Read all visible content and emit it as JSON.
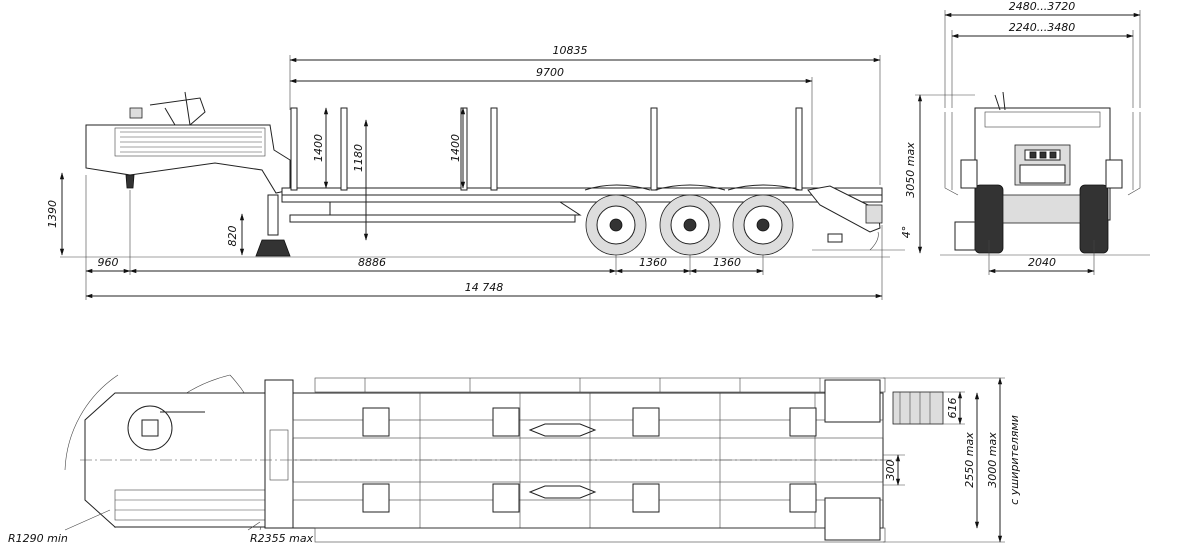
{
  "side_view": {
    "dims": {
      "total_deck": "10835",
      "deck": "9700",
      "stake_h1": "1400",
      "stake_h2": "1180",
      "stake_h3": "1400",
      "fifth_wheel_h": "1390",
      "leg_h": "820",
      "front_overhang": "960",
      "wheelbase": "8886",
      "axle1": "1360",
      "axle2": "1360",
      "overall_length": "14 748",
      "ramp_angle": "4°"
    }
  },
  "rear_view": {
    "dims": {
      "width_outer": "2480...3720",
      "width_inner": "2240...3480",
      "height_max": "3050 max",
      "track": "2040"
    }
  },
  "top_view": {
    "dims": {
      "radius_min": "R1290 min",
      "radius_max": "R2355 max",
      "light_w": "616",
      "gap": "300",
      "width_max": "2550 max",
      "width_ext": "3000 max",
      "width_ext_note": "с уширителями"
    }
  }
}
